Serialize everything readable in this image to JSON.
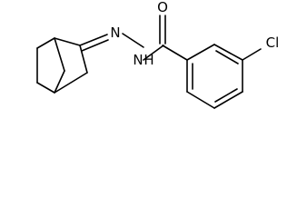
{
  "molecule": {
    "atoms": {
      "oxygen": "O",
      "nitrogen_1": "N",
      "nitrogen_2": "N",
      "nh_hydrogen": "H",
      "chlorine": "Cl"
    }
  },
  "colors": {
    "bond": "#000000",
    "label": "#000000",
    "background": "#ffffff"
  }
}
